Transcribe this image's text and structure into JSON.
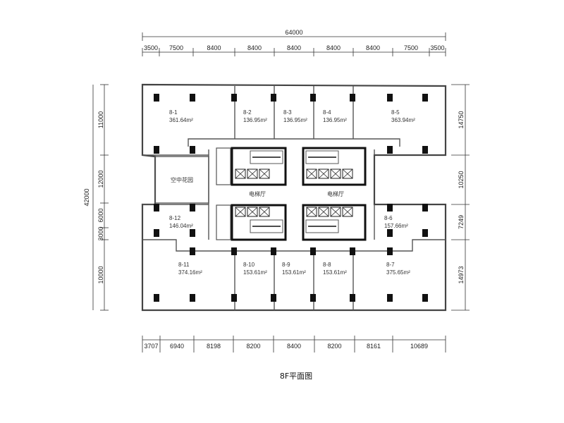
{
  "title": "8F平面图",
  "overall_width": "64000",
  "overall_height": "42000",
  "top_dims": [
    "3500",
    "7500",
    "8400",
    "8400",
    "8400",
    "8400",
    "8400",
    "7500",
    "3500"
  ],
  "bottom_dims": [
    "3707",
    "6940",
    "8198",
    "8200",
    "8400",
    "8200",
    "8161",
    "10689"
  ],
  "left_dims": [
    "11000",
    "12000",
    "6000",
    "3000",
    "10000"
  ],
  "right_dims": [
    "14750",
    "10250",
    "7249",
    "14973"
  ],
  "sky_garden": "空中花园",
  "elevator_lobby_left": "电梯厅",
  "elevator_lobby_right": "电梯厅",
  "units": [
    {
      "id": "8-1",
      "area": "361.64m²"
    },
    {
      "id": "8-2",
      "area": "136.95m²"
    },
    {
      "id": "8-3",
      "area": "136.95m²"
    },
    {
      "id": "8-4",
      "area": "136.95m²"
    },
    {
      "id": "8-5",
      "area": "363.94m²"
    },
    {
      "id": "8-6",
      "area": "157.66m²"
    },
    {
      "id": "8-7",
      "area": "375.65m²"
    },
    {
      "id": "8-8",
      "area": "153.61m²"
    },
    {
      "id": "8-9",
      "area": "153.61m²"
    },
    {
      "id": "8-10",
      "area": "153.61m²"
    },
    {
      "id": "8-11",
      "area": "374.16m²"
    },
    {
      "id": "8-12",
      "area": "146.04m²"
    }
  ]
}
